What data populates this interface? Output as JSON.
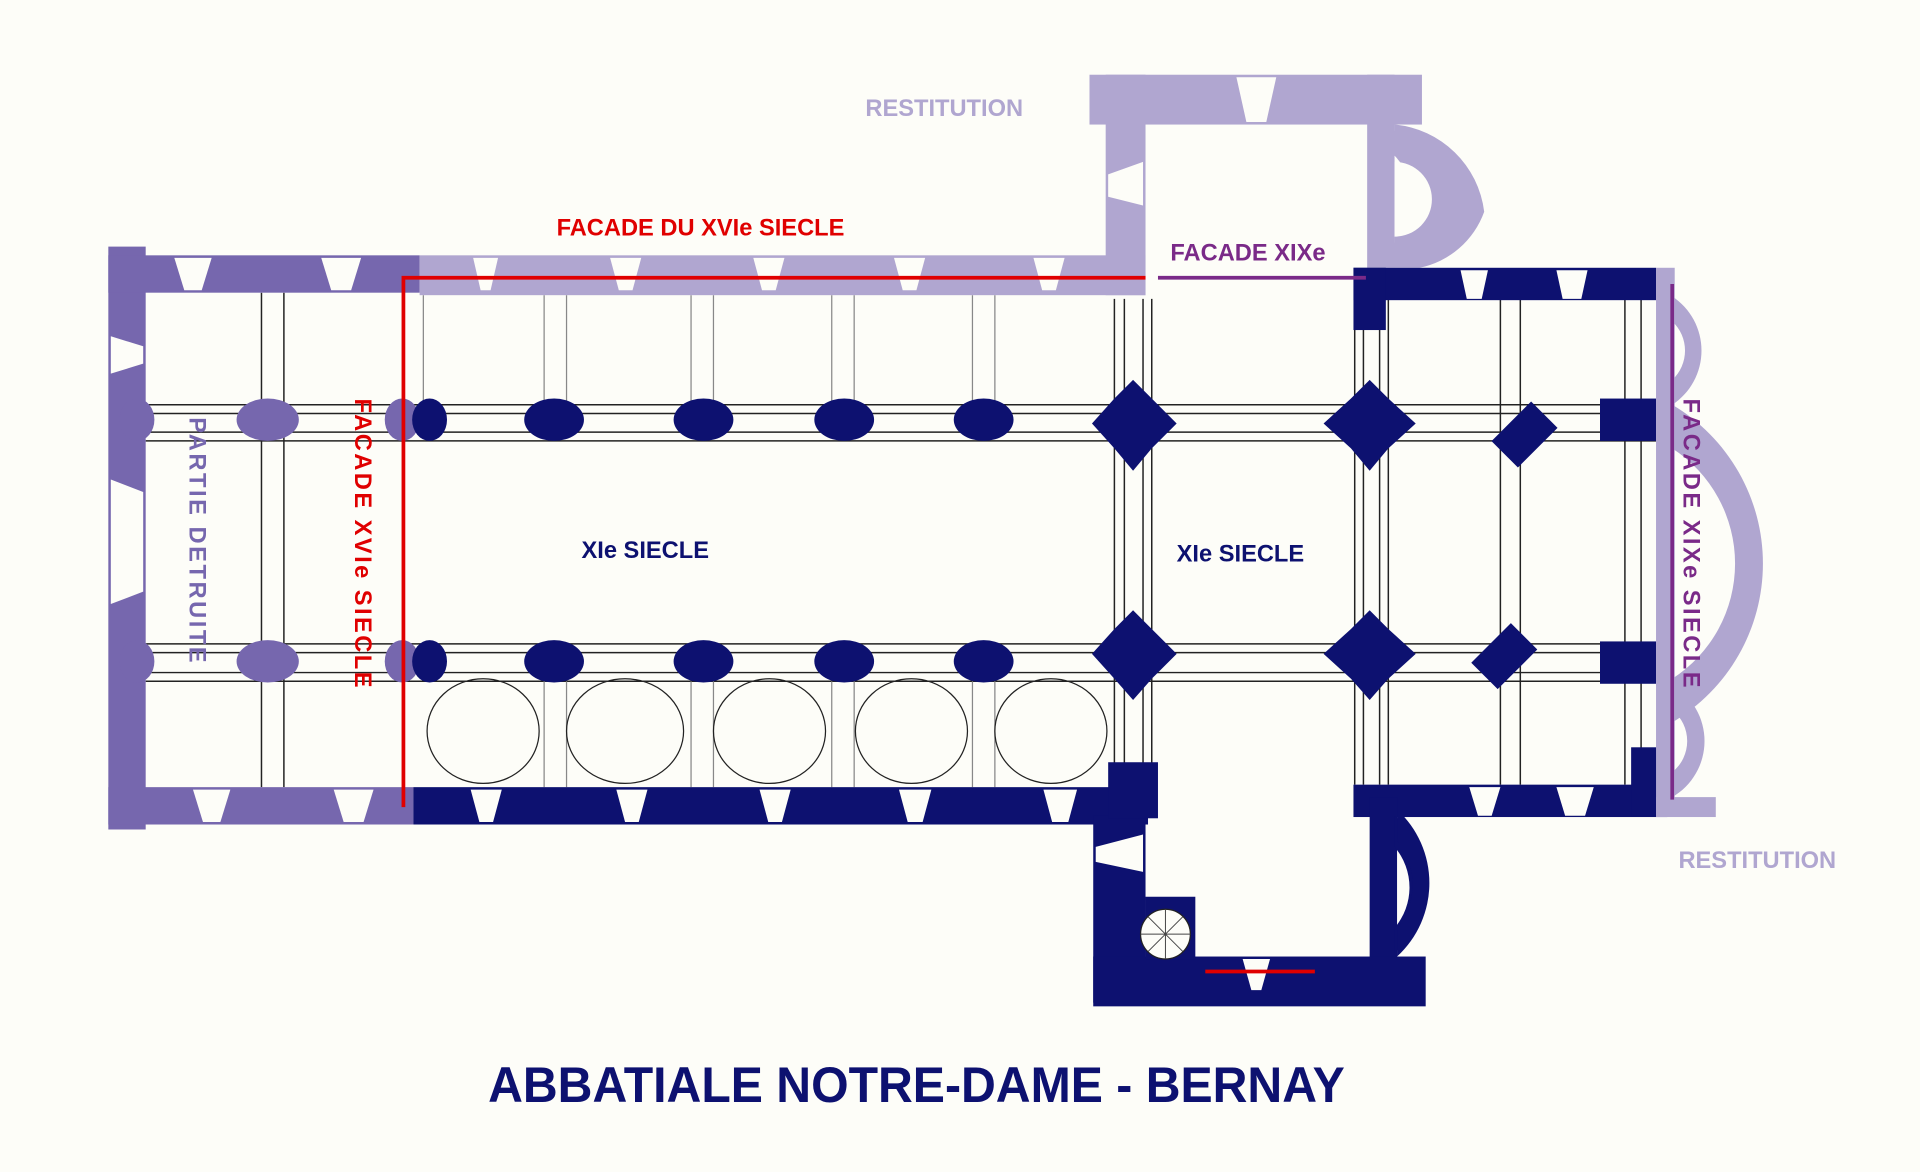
{
  "title": "ABBATIALE NOTRE-DAME - BERNAY",
  "labels": {
    "restitution_north": "RESTITUTION",
    "restitution_east": "RESTITUTION",
    "facade_xvi_north": "FACADE DU XVIe SIECLE",
    "facade_xix_north": "FACADE XIXe",
    "partie_detruite": "PARTIE DETRUITE",
    "facade_xvi_west": "FACADE XVIe SIECLE",
    "nave_period": "XIe SIECLE",
    "crossing_period": "XIe SIECLE",
    "facade_xix_east": "FACADE XIXe SIECLE"
  },
  "colors": {
    "xi_century": "#0d1170",
    "destroyed": "#7667ae",
    "restitution": "#b0a6d0",
    "xvi_facade": "#e00000",
    "xix_facade": "#7a2a88"
  }
}
